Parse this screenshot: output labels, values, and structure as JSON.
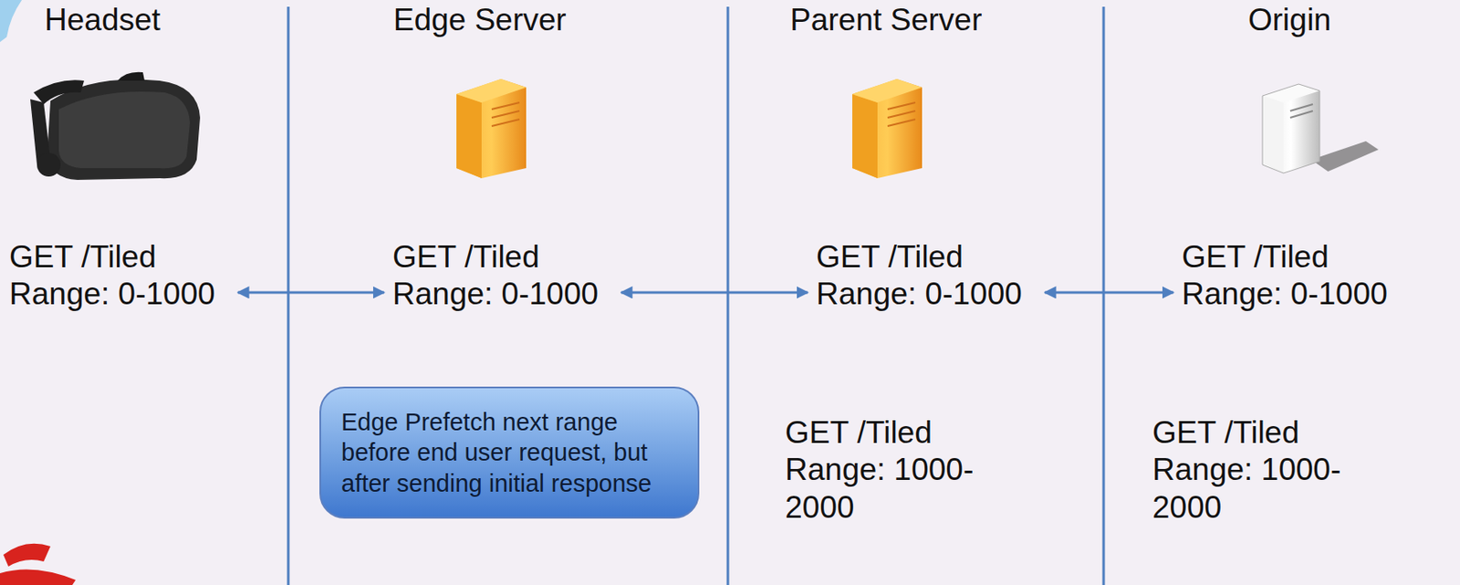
{
  "diagram": {
    "nodes": [
      {
        "text": [
          "GET /Tiled Range: 0-1000"
        ]
      },
      {
        "text": [
          "GET /Tiled Range: 0-1000"
        ]
      },
      {
        "text": [
          "GET /Tiled Range: 0-1000"
        ]
      },
      {
        "text": [
          "GET /Tiled Range: 0-1000"
        ]
      },
      {
        "text": [
          "Edge Prefetch next range before end user request, but after sending initial response"
        ]
      }
    ],
    "edges": [
      {
        "from": 0,
        "to": 1,
        "arrow": "both"
      },
      {
        "from": 1,
        "to": 2,
        "arrow": "both"
      },
      {
        "from": 2,
        "to": 3,
        "arrow": "both"
      }
    ],
    "labels": [
      "Headset",
      "Edge Server",
      "Parent Server",
      "Origin",
      "GET /Tiled Range: 1000-2000",
      "GET /Tiled Range: 1000-2000"
    ]
  }
}
